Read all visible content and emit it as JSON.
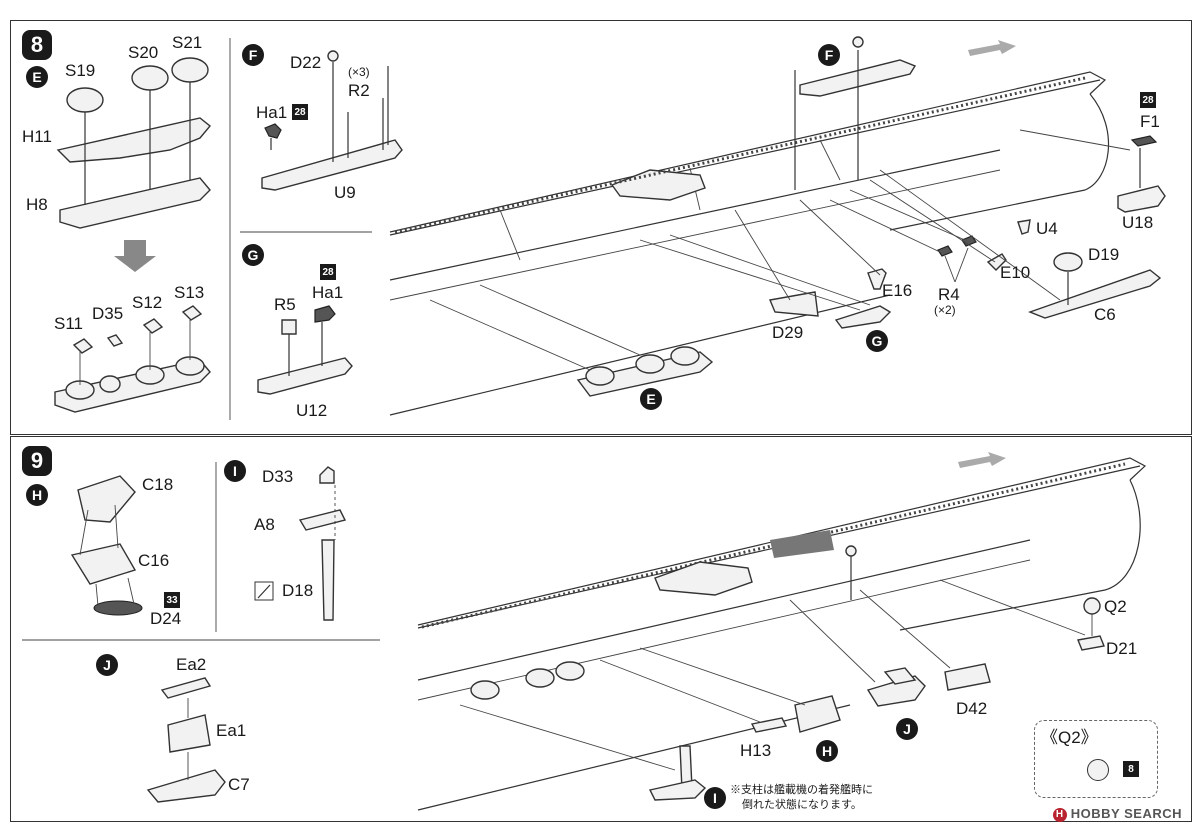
{
  "steps": [
    {
      "number": "8",
      "groups": {
        "E": {
          "letter": "E",
          "labels": [
            "S19",
            "S20",
            "S21",
            "H11",
            "H8",
            "S11",
            "D35",
            "S12",
            "S13"
          ]
        },
        "F": {
          "letter": "F",
          "labels": [
            "D22",
            "(×3)",
            "R2",
            "Ha1",
            "U9"
          ],
          "badge": "28"
        },
        "G": {
          "letter": "G",
          "labels": [
            "R5",
            "Ha1",
            "U12"
          ],
          "badge": "28"
        }
      },
      "main": {
        "labels": [
          "F1",
          "U18",
          "U4",
          "D19",
          "E10",
          "E16",
          "R4",
          "(×2)",
          "C6",
          "D29"
        ],
        "badge": "28",
        "markers": [
          "F",
          "G",
          "E"
        ]
      }
    },
    {
      "number": "9",
      "groups": {
        "H": {
          "letter": "H",
          "labels": [
            "C18",
            "C16",
            "D24"
          ],
          "badge": "33"
        },
        "I": {
          "letter": "I",
          "labels": [
            "D33",
            "A8",
            "D18"
          ]
        },
        "J": {
          "letter": "J",
          "labels": [
            "Ea2",
            "Ea1",
            "C7"
          ]
        }
      },
      "main": {
        "labels": [
          "Q2",
          "D21",
          "D42",
          "H13"
        ],
        "markers": [
          "J",
          "H",
          "I"
        ],
        "note_line1": "※支柱は艦載機の着発艦時に",
        "note_line2": "倒れた状態になります。",
        "q2_detail": {
          "title": "《Q2》",
          "badge": "8"
        }
      }
    }
  ],
  "watermark": {
    "mark": "H",
    "text": "HOBBY SEARCH"
  }
}
